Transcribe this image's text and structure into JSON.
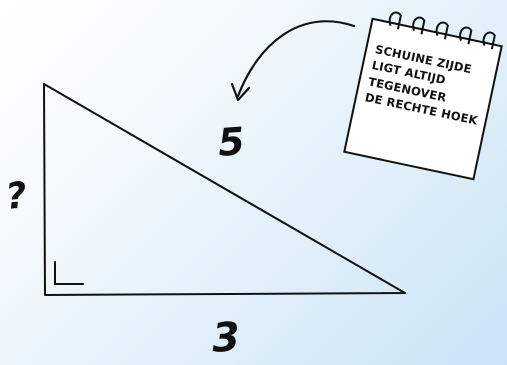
{
  "labels": {
    "hypotenuse": "5",
    "vertical_side": "?",
    "base": "3"
  },
  "note": {
    "lines": [
      "SCHUINE ZIJDE",
      "LIGT ALTIJD",
      "TEGENOVER",
      "DE RECHTE HOEK"
    ]
  },
  "colors": {
    "ink": "#111111",
    "background_light": "#ffffff",
    "background_blue": "#c9e3f5"
  },
  "icons": {
    "note": "spiral-notepad-icon",
    "arrow": "curved-arrow-icon",
    "right_angle": "right-angle-marker-icon"
  }
}
